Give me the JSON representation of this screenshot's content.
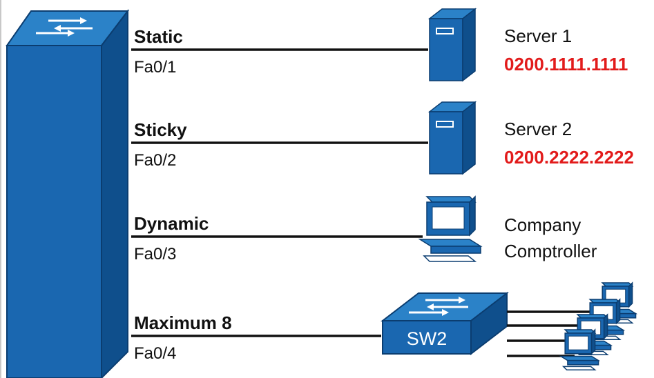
{
  "colors": {
    "switch_front": "#1a67b0",
    "switch_top": "#2b82c8",
    "switch_side": "#0f4f8c",
    "outline": "#0b3d70",
    "mac_text": "#e21b1b",
    "link": "#111111",
    "frame_border": "#c8c8c8"
  },
  "main_switch": {
    "icon": "multilayer-switch-icon"
  },
  "ports": [
    {
      "mode": "Static",
      "port": "Fa0/1",
      "device_icon": "server-icon",
      "device_lines": [
        "Server 1"
      ],
      "mac": "0200.1111.1111"
    },
    {
      "mode": "Sticky",
      "port": "Fa0/2",
      "device_icon": "server-icon",
      "device_lines": [
        "Server 2"
      ],
      "mac": "0200.2222.2222"
    },
    {
      "mode": "Dynamic",
      "port": "Fa0/3",
      "device_icon": "pc-icon",
      "device_lines": [
        "Company",
        "Comptroller"
      ],
      "mac": ""
    },
    {
      "mode": "Maximum 8",
      "port": "Fa0/4",
      "device_icon": "switch-icon",
      "device_lines": [],
      "mac": ""
    }
  ],
  "sw2": {
    "label": "SW2",
    "icon": "switch-icon",
    "hosts": 4,
    "host_icon": "pc-icon"
  }
}
